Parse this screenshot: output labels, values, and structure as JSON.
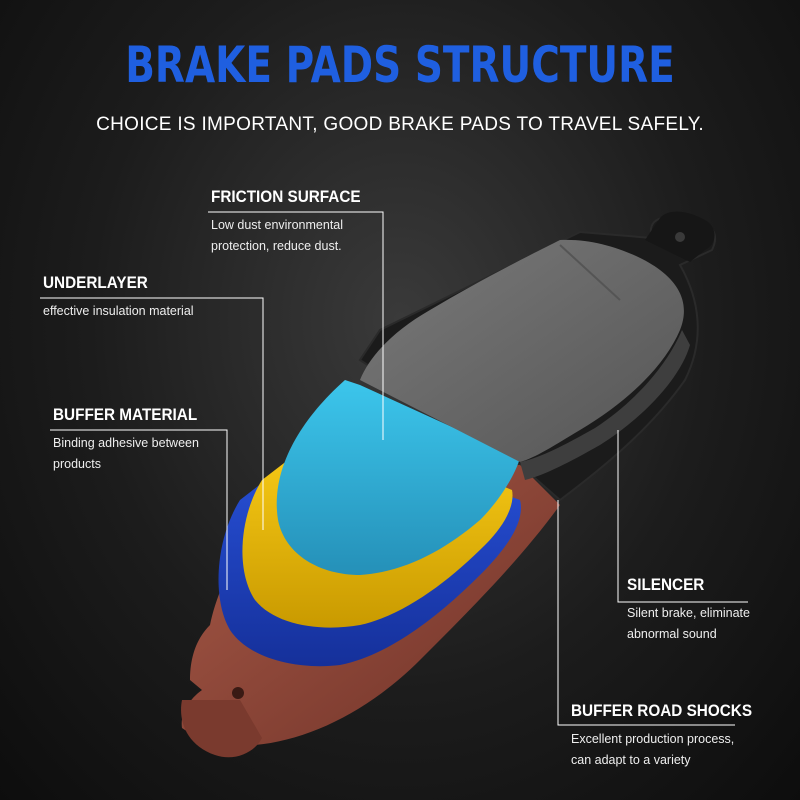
{
  "header": {
    "title": "BRAKE PADS STRUCTURE",
    "subtitle": "CHOICE IS IMPORTANT, GOOD BRAKE PADS TO TRAVEL SAFELY."
  },
  "labels": {
    "friction": {
      "heading": "FRICTION SURFACE",
      "desc1": "Low dust environmental",
      "desc2": "protection, reduce dust."
    },
    "underlayer": {
      "heading": "UNDERLAYER",
      "desc1": "effective insulation material"
    },
    "buffer_material": {
      "heading": "BUFFER MATERIAL",
      "desc1": "Binding adhesive between",
      "desc2": "products"
    },
    "silencer": {
      "heading": "SILENCER",
      "desc1": "Silent brake, eliminate",
      "desc2": "abnormal sound"
    },
    "buffer_road": {
      "heading": "BUFFER ROAD SHOCKS",
      "desc1": "Excellent production process,",
      "desc2": "can adapt to a variety"
    }
  },
  "colors": {
    "title": "#1f5fe0",
    "friction": "#6b6b6b",
    "cyan_layer": "#35b4dc",
    "yellow_layer": "#f2c400",
    "blue_layer": "#1c43c8",
    "backplate": "#8a4335",
    "silencer": "#1a1a1a"
  }
}
